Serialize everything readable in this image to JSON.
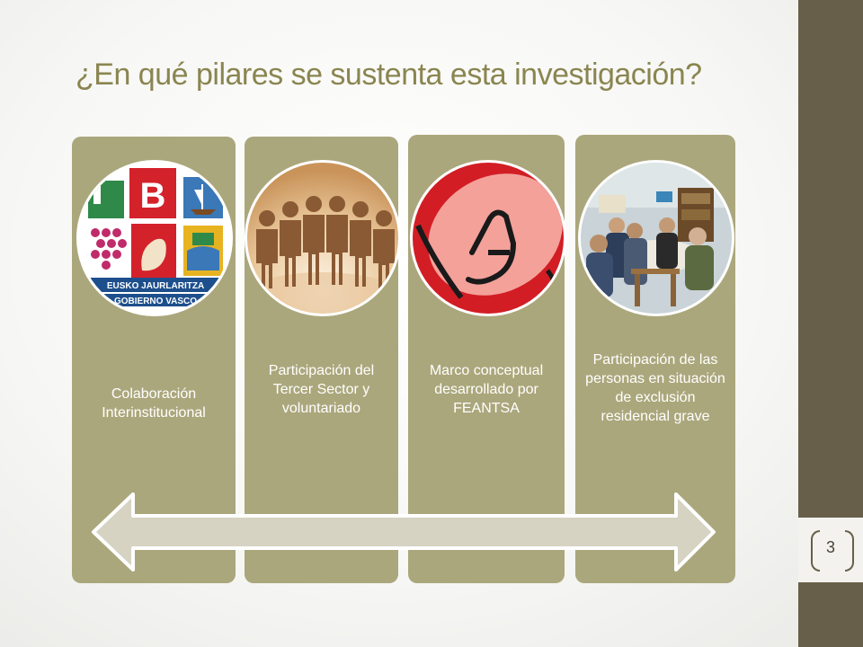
{
  "slide": {
    "title": "¿En qué pilares se sustenta esta investigación?",
    "page_number": "3"
  },
  "pillars": [
    {
      "label": "Colaboración Interinstitucional",
      "image_name": "gobierno-vasco-coats-of-arms",
      "logo_text_1": "EUSKO JAURLARITZA",
      "logo_text_2": "GOBIERNO VASCO"
    },
    {
      "label": "Participación del Tercer Sector y voluntariado",
      "image_name": "paper-people-chain"
    },
    {
      "label": "Marco conceptual desarrollado por FEANTSA",
      "image_name": "feantsa-logo"
    },
    {
      "label": "Participación de las personas en situación de exclusión residencial grave",
      "image_name": "group-meeting-photo"
    }
  ],
  "colors": {
    "card": "#aba77c",
    "sidebar": "#675f4a",
    "title": "#8a8550",
    "arrow_fill": "#d6d3c3"
  }
}
